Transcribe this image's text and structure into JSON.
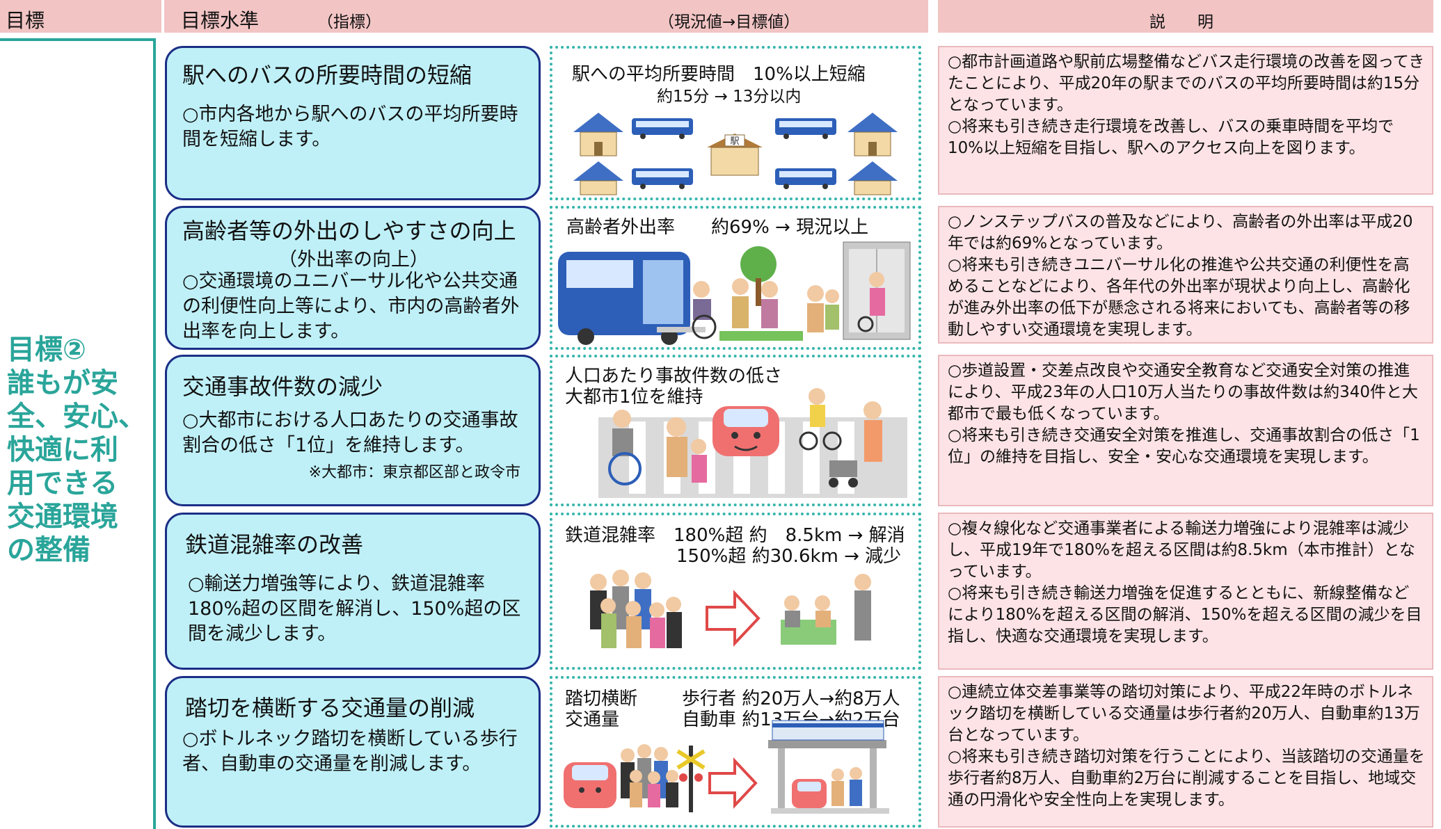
{
  "headers": {
    "goal": "目標",
    "level": "目標水準",
    "indicator": "（指標）",
    "value": "（現況値→目標値）",
    "explanation": "説　　明"
  },
  "goal_lines": [
    "目標②",
    "誰もが安",
    "全、安心、",
    "快適に利",
    "用できる",
    "交通環境",
    "の整備"
  ],
  "rows": [
    {
      "title": "駅へのバスの所要時間の短縮",
      "body": "○市内各地から駅へのバスの平均所要時間を短縮します。",
      "indicator_lines": [
        "駅への平均所要時間　10%以上短縮",
        "約15分 → 13分以内"
      ],
      "explanation": [
        "○都市計画道路や駅前広場整備などバス走行環境の改善を図ってきたことにより、平成20年の駅までのバスの平均所要時間は約15分となっています。",
        "○将来も引き続き走行環境を改善し、バスの乗車時間を平均で10%以上短縮を目指し、駅へのアクセス向上を図ります。"
      ],
      "station_label": "駅"
    },
    {
      "title": "高齢者等の外出のしやすさの向上",
      "subtitle": "（外出率の向上）",
      "body": "○交通環境のユニバーサル化や公共交通の利便性向上等により、市内の高齢者外出率を向上します。",
      "indicator_lines": [
        "高齢者外出率　　約69% → 現況以上"
      ],
      "explanation": [
        "○ノンステップバスの普及などにより、高齢者の外出率は平成20年では約69%となっています。",
        "○将来も引き続きユニバーサル化の推進や公共交通の利便性を高めることなどにより、各年代の外出率が現状より向上し、高齢化が進み外出率の低下が懸念される将来においても、高齢者等の移動しやすい交通環境を実現します。"
      ]
    },
    {
      "title": "交通事故件数の減少",
      "body": "○大都市における人口あたりの交通事故割合の低さ「1位」を維持します。",
      "note": "※大都市：東京都区部と政令市",
      "indicator_lines": [
        "人口あたり事故件数の低さ",
        "大都市1位を維持"
      ],
      "explanation": [
        "○歩道設置・交差点改良や交通安全教育など交通安全対策の推進により、平成23年の人口10万人当たりの事故件数は約340件と大都市で最も低くなっています。",
        "○将来も引き続き交通安全対策を推進し、交通事故割合の低さ「1位」の維持を目指し、安全・安心な交通環境を実現します。"
      ]
    },
    {
      "title": "鉄道混雑率の改善",
      "body": "○輸送力増強等により、鉄道混雑率180%超の区間を解消し、150%超の区間を減少します。",
      "indicator_lines": [
        "鉄道混雑率　180%超 約　8.5km → 解消",
        "150%超 約30.6km → 減少"
      ],
      "explanation": [
        "○複々線化など交通事業者による輸送力増強により混雑率は減少し、平成19年で180%を超える区間は約8.5km（本市推計）となっています。",
        "○将来も引き続き輸送力増強を促進するとともに、新線整備などにより180%を超える区間の解消、150%を超える区間の減少を目指し、快適な交通環境を実現します。"
      ]
    },
    {
      "title": "踏切を横断する交通量の削減",
      "body": "○ボトルネック踏切を横断している歩行者、自動車の交通量を削減します。",
      "indicator_lines": [
        "踏切横断",
        "交通量",
        "歩行者 約20万人→約8万人",
        "自動車 約13万台→約2万台"
      ],
      "explanation": [
        "○連続立体交差事業等の踏切対策により、平成22年時のボトルネック踏切を横断している交通量は歩行者約20万人、自動車約13万台となっています。",
        "○将来も引き続き踏切対策を行うことにより、当該踏切の交通量を歩行者約8万人、自動車約2万台に削減することを目指し、地域交通の円滑化や安全性向上を実現します。"
      ]
    }
  ],
  "colors": {
    "header_bg": "#f2c4c4",
    "goal_teal": "#2aa59a",
    "target_box_bg": "#bff0f7",
    "target_box_border": "#1b2e86",
    "indicator_border": "#35b5ab",
    "explanation_bg": "#fde3e5",
    "arrow_red": "#e04848"
  }
}
